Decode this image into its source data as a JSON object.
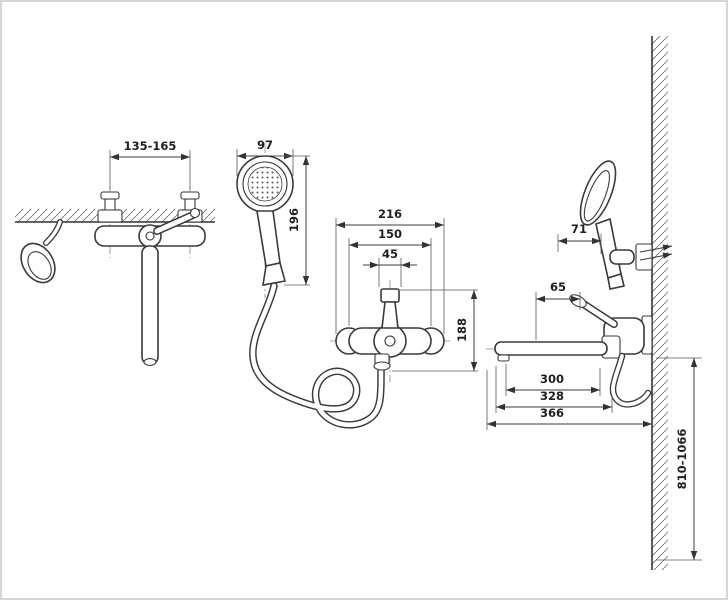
{
  "drawing": {
    "colors": {
      "background": "#ffffff",
      "line": "#3a3a3a",
      "frame": "#d6d6d6"
    },
    "dimensions": {
      "mount_width": "135-165",
      "handshower_diameter": "97",
      "handshower_length": "196",
      "mixer_width_outer": "216",
      "mixer_width_centers": "150",
      "mixer_width_cartridge": "45",
      "mixer_height": "188",
      "holder_offset": "71",
      "handle_offset": "65",
      "spout_reach": "300",
      "spout_reach_total": "328",
      "overall_reach": "366",
      "install_height": "810-1066"
    }
  }
}
